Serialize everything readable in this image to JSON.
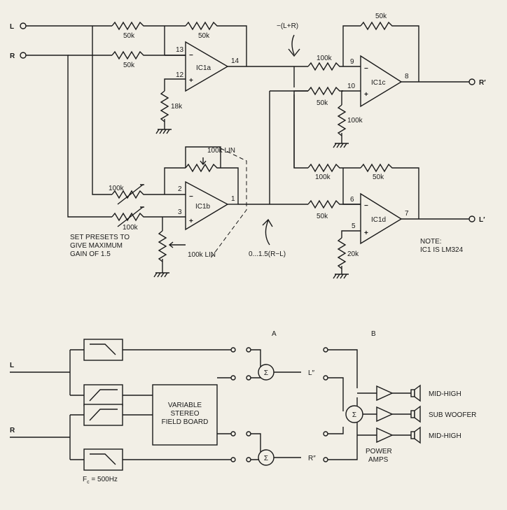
{
  "inputs": {
    "l": "L",
    "r": "R"
  },
  "resistors": {
    "r50k": "50k",
    "r100k": "100k",
    "r18k": "18k",
    "r20k": "20k"
  },
  "opamps": {
    "ic1a": "IC1a",
    "ic1b": "IC1b",
    "ic1c": "IC1c",
    "ic1d": "IC1d"
  },
  "pins": {
    "p1": "1",
    "p2": "2",
    "p3": "3",
    "p5": "5",
    "p6": "6",
    "p7": "7",
    "p8": "8",
    "p9": "9",
    "p10": "10",
    "p12": "12",
    "p13": "13",
    "p14": "14"
  },
  "signs": {
    "minus": "−",
    "plus": "+"
  },
  "pots": {
    "lin": "100k LIN"
  },
  "annotations": {
    "sum_signal": "−(L+R)",
    "diff_signal": "0...1.5(R−L)",
    "presets_line1": "SET PRESETS TO",
    "presets_line2": "GIVE MAXIMUM",
    "presets_line3": "GAIN OF 1.5",
    "note_line1": "NOTE:",
    "note_line2": "IC1 IS LM324"
  },
  "outputs": {
    "r_prime": "R′",
    "l_prime": "L′",
    "l_dbl": "L″",
    "r_dbl": "R″"
  },
  "block": {
    "stereo_line1": "VARIABLE",
    "stereo_line2": "STEREO",
    "stereo_line3": "FIELD BOARD",
    "fc": "F",
    "fc_sub": "c",
    "fc_val": " = 500Hz",
    "a": "A",
    "b": "B",
    "sigma": "Σ",
    "mid_high": "MID-HIGH",
    "sub_woofer": "SUB WOOFER",
    "power_amps_1": "POWER",
    "power_amps_2": "AMPS"
  }
}
